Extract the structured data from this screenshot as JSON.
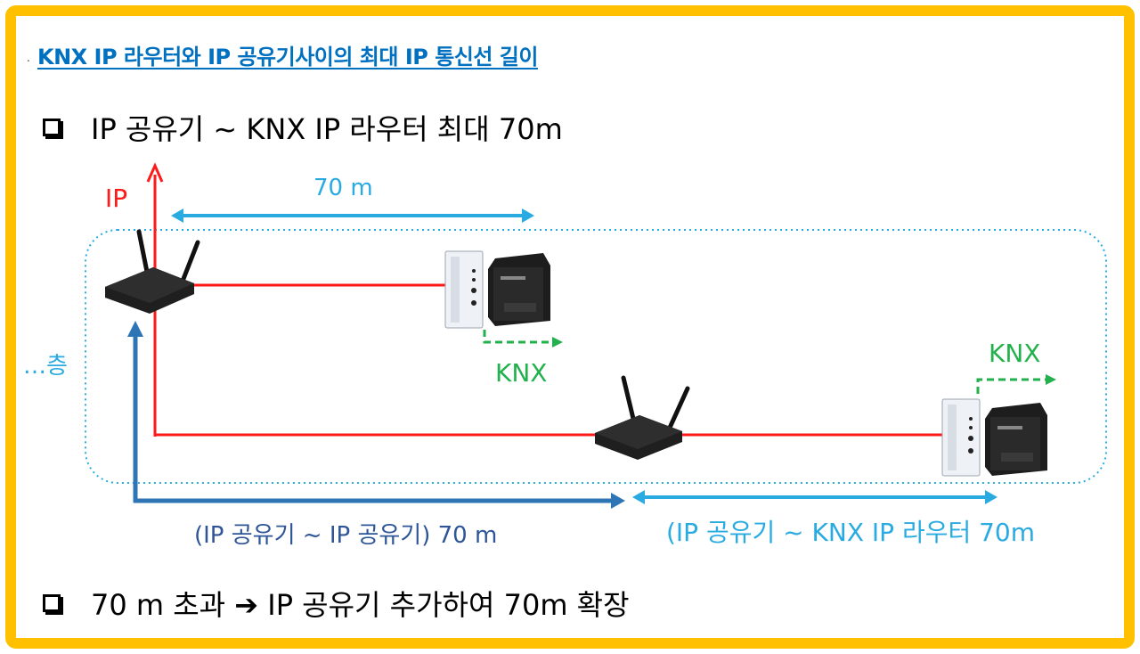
{
  "title": "KNX IP 라우터와 IP 공유기사이의  최대 IP 통신선 길이",
  "title_prefix_dot": ".",
  "bullets": [
    "IP 공유기 ~  KNX IP 라우터 최대 70m",
    "70 m 초과 ➔ IP 공유기 추가하여 70m 확장"
  ],
  "labels": {
    "ip": "IP",
    "top_distance": "70 m",
    "knx_1": "KNX",
    "knx_2": "KNX",
    "floor": "…층",
    "router_to_router": "(IP 공유기 ~ IP 공유기) 70 m",
    "router_to_knx": "(IP 공유기 ~  KNX IP 라우터 70m"
  },
  "colors": {
    "frame": "#ffc000",
    "title": "#0070c0",
    "ip_line": "#ff1a1a",
    "light_blue": "#29abe2",
    "dark_blue": "#2e75b6",
    "knx_green": "#22b14c",
    "bottom_text": "#2e5597"
  },
  "icons": [
    "wifi-router-icon",
    "knx-ip-router-device-icon",
    "power-supply-icon"
  ]
}
